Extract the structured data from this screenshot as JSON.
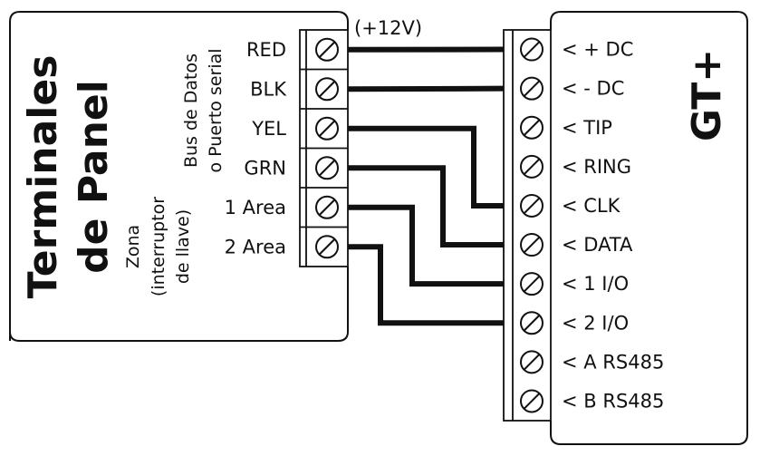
{
  "diagram": {
    "type": "wiring",
    "colors": {
      "line": "#111111",
      "background": "#ffffff"
    },
    "panel": {
      "title_line1": "Terminales",
      "title_line2": "de Panel",
      "group_bus_line1": "Bus de Datos",
      "group_bus_line2": "o Puerto serial",
      "group_zone_line1": "Zona",
      "group_zone_line2": "(interruptor",
      "group_zone_line3": "de llave)",
      "supply_note": "(+12V)",
      "terminals": [
        "RED",
        "BLK",
        "YEL",
        "GRN",
        "1 Area",
        "2 Area"
      ]
    },
    "device": {
      "title": "GT+",
      "terminals": [
        "< + DC",
        "< - DC",
        "< TIP",
        "< RING",
        "< CLK",
        "< DATA",
        "< 1 I/O",
        "< 2 I/O",
        "< A RS485",
        "< B RS485"
      ]
    },
    "connections": [
      {
        "from": "RED",
        "to": "< + DC"
      },
      {
        "from": "BLK",
        "to": "< - DC"
      },
      {
        "from": "YEL",
        "to": "< CLK"
      },
      {
        "from": "GRN",
        "to": "< DATA"
      },
      {
        "from": "1 Area",
        "to": "< 1 I/O"
      },
      {
        "from": "2 Area",
        "to": "< 2 I/O"
      }
    ]
  }
}
